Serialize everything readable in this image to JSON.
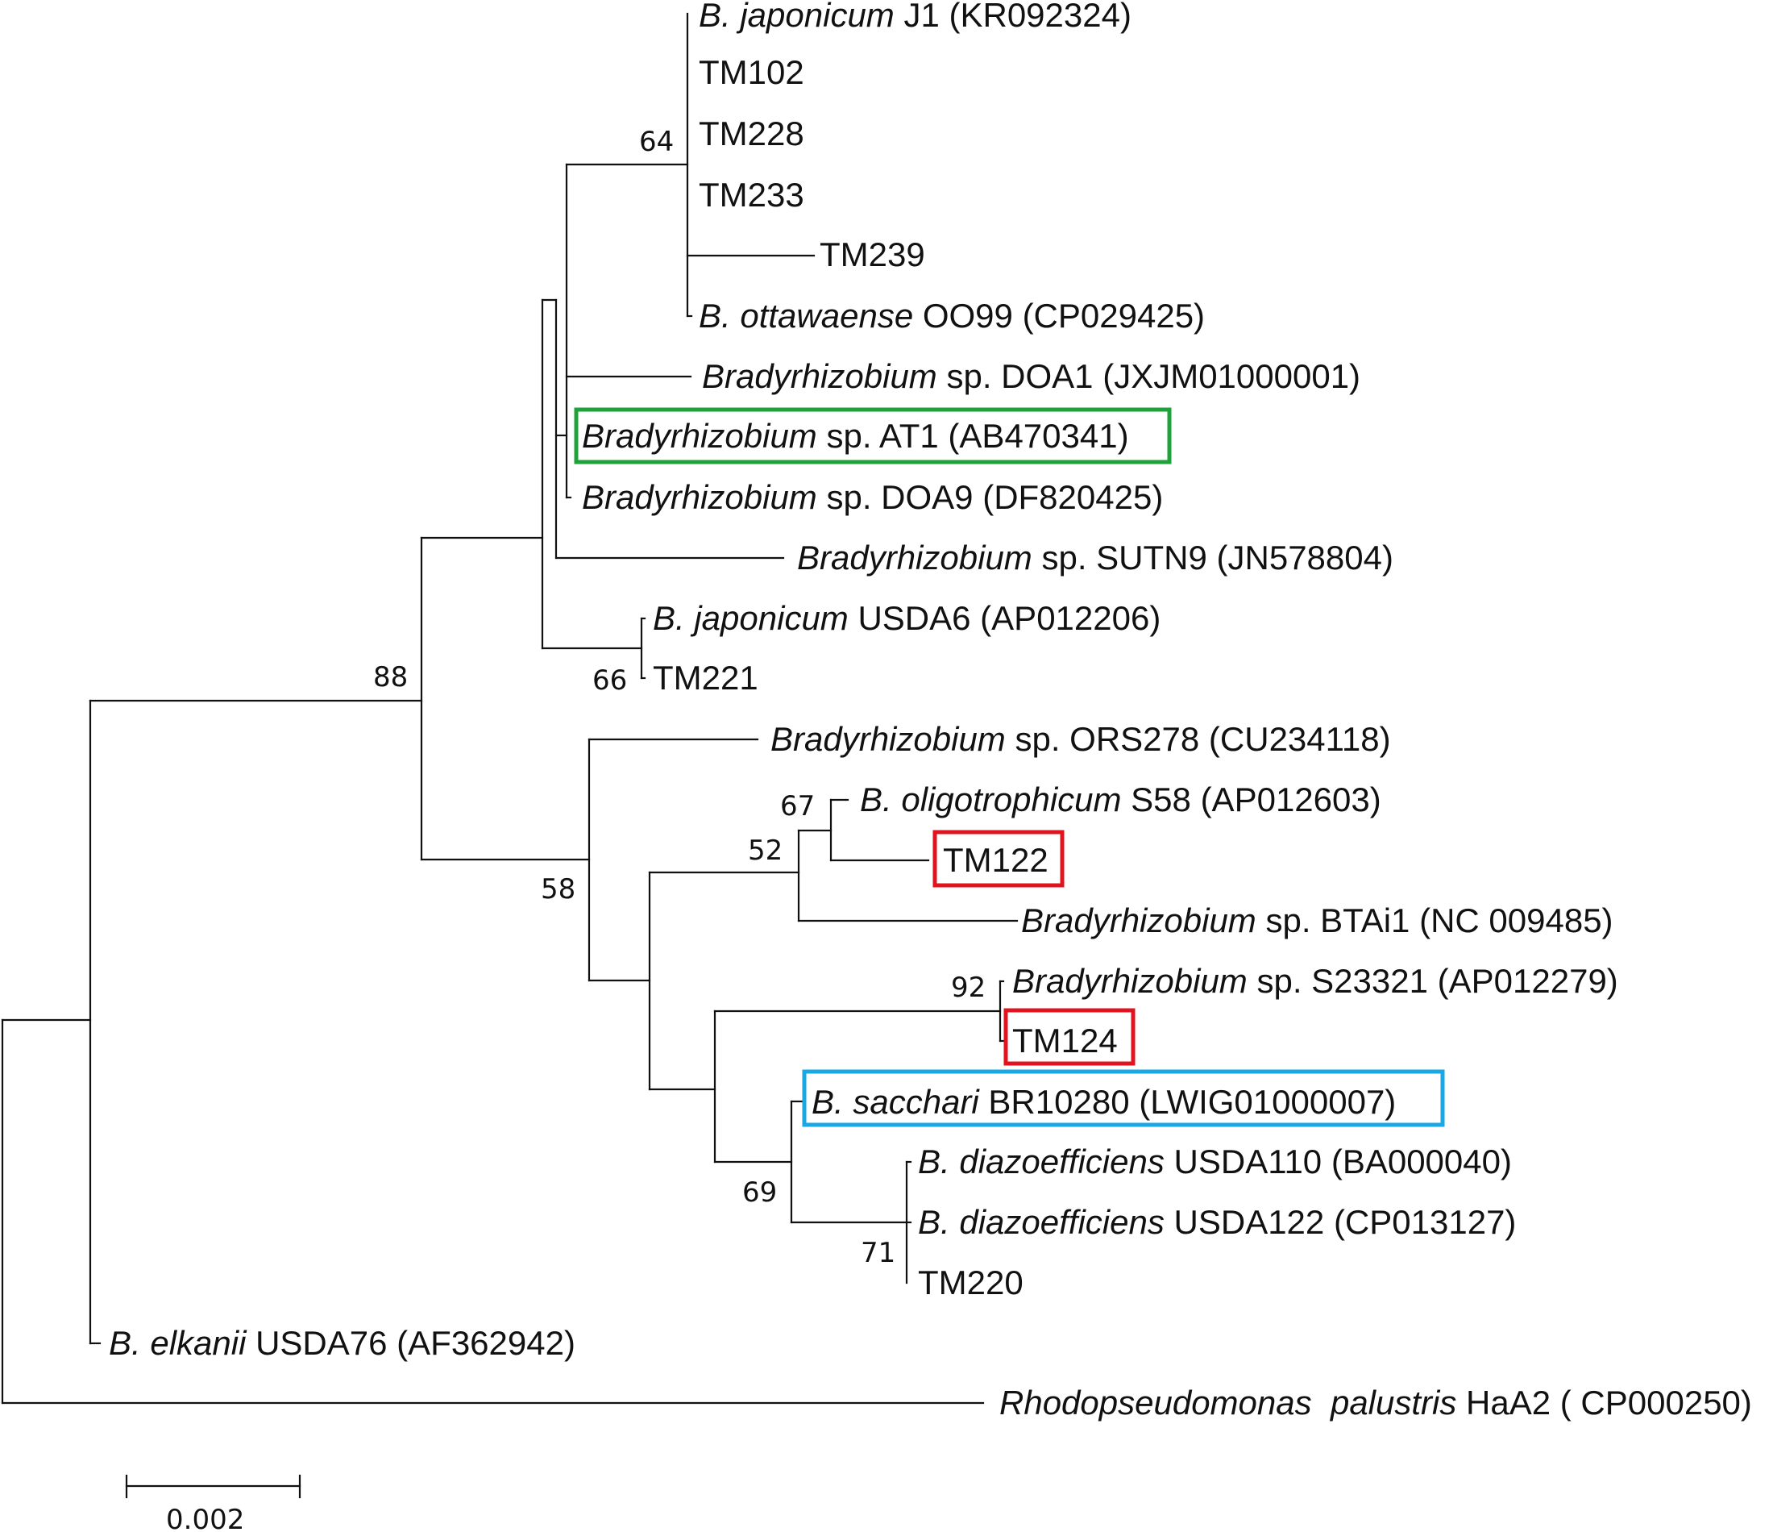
{
  "colors": {
    "branch": "#111111",
    "green_box": "#1fa23a",
    "blue_box": "#1aa7e6",
    "red_box": "#e0141e"
  },
  "leaves": {
    "japonicum_j1": {
      "genus": "B. japonicum",
      "rest": " J1 (KR092324)"
    },
    "tm102": {
      "genus": "",
      "rest": "TM102"
    },
    "tm228": {
      "genus": "",
      "rest": "TM228"
    },
    "tm233": {
      "genus": "",
      "rest": "TM233"
    },
    "tm239": {
      "genus": "",
      "rest": "TM239"
    },
    "ottawaense": {
      "genus": "B. ottawaense",
      "rest": " OO99 (CP029425)"
    },
    "doa1": {
      "genus": "Bradyrhizobium",
      "rest": " sp. DOA1 (JXJM01000001)"
    },
    "at1": {
      "genus": "Bradyrhizobium",
      "rest": " sp. AT1 (AB470341)",
      "box": "green"
    },
    "doa9": {
      "genus": "Bradyrhizobium",
      "rest": " sp. DOA9 (DF820425)"
    },
    "sutn9": {
      "genus": "Bradyrhizobium",
      "rest": " sp. SUTN9 (JN578804)"
    },
    "usda6": {
      "genus": "B. japonicum",
      "rest": " USDA6 (AP012206)"
    },
    "tm221": {
      "genus": "",
      "rest": "TM221"
    },
    "ors278": {
      "genus": "Bradyrhizobium",
      "rest": " sp. ORS278 (CU234118)"
    },
    "s58": {
      "genus": "B. oligotrophicum",
      "rest": " S58 (AP012603)"
    },
    "tm122": {
      "genus": "",
      "rest": "TM122",
      "box": "red"
    },
    "btai1": {
      "genus": "Bradyrhizobium",
      "rest": " sp. BTAi1 (NC 009485)"
    },
    "s23321": {
      "genus": "Bradyrhizobium",
      "rest": " sp. S23321 (AP012279)"
    },
    "tm124": {
      "genus": "",
      "rest": "TM124",
      "box": "red"
    },
    "sacchari": {
      "genus": "B. sacchari",
      "rest": " BR10280 (LWIG01000007)",
      "box": "blue"
    },
    "usda110": {
      "genus": "B. diazoefficiens",
      "rest": " USDA110 (BA000040)"
    },
    "usda122": {
      "genus": "B. diazoefficiens",
      "rest": " USDA122 (CP013127)"
    },
    "tm220": {
      "genus": "",
      "rest": "TM220"
    },
    "elkanii": {
      "genus": "B. elkanii",
      "rest": " USDA76 (AF362942)"
    },
    "rhodo": {
      "genus": "Rhodopseudomonas  palustris",
      "rest": " HaA2 ( CP000250)"
    }
  },
  "support": {
    "n64": "64",
    "n66": "66",
    "n88": "88",
    "n67": "67",
    "n52": "52",
    "n58": "58",
    "n92": "92",
    "n69": "69",
    "n71": "71"
  },
  "scale": {
    "label": "0.002"
  }
}
